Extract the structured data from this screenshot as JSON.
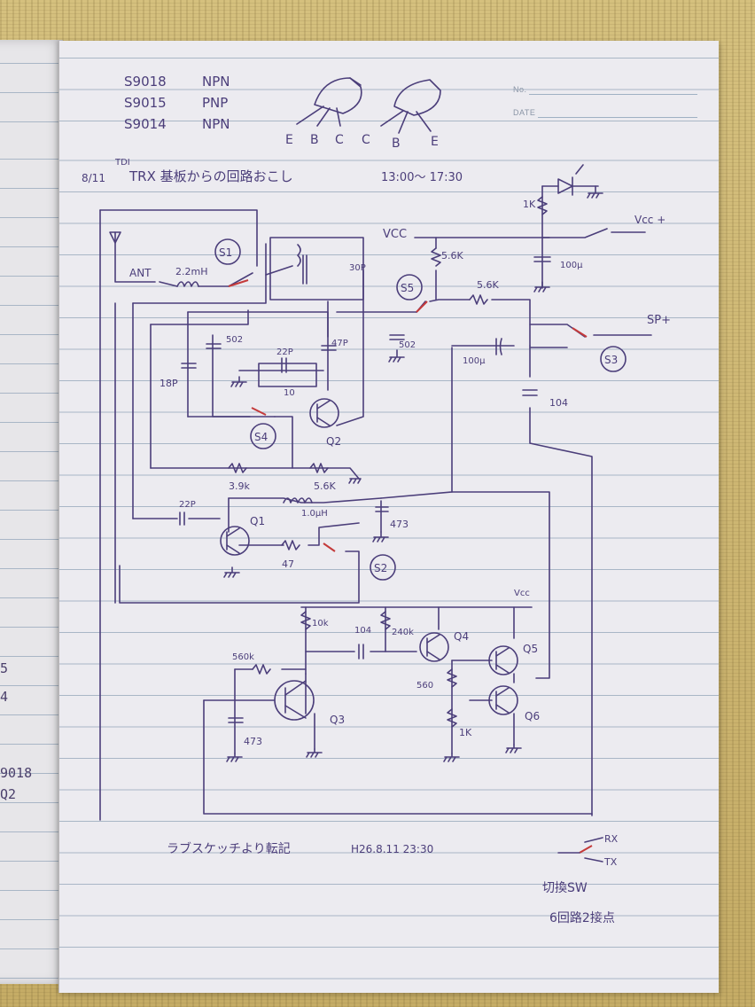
{
  "header": {
    "transistors": [
      {
        "part": "S9018",
        "type": "NPN"
      },
      {
        "part": "S9015",
        "type": "PNP"
      },
      {
        "part": "S9014",
        "type": "NPN"
      }
    ],
    "pinout_left": [
      "E",
      "B",
      "C"
    ],
    "pinout_right": [
      "C",
      "B",
      "E"
    ],
    "fields": [
      "No.",
      "DATE"
    ]
  },
  "title": {
    "date": "8/11",
    "annotation": "TDI",
    "text": "TRX 基板からの回路おこし",
    "time": "13:00〜 17:30"
  },
  "labels": {
    "vcc": "VCC",
    "vcc_plus": "Vcc +",
    "vcc_small": "Vcc",
    "ant": "ANT",
    "sp_plus": "SP+",
    "r_1k_top": "1K",
    "r_5k6_a": "5.6K",
    "r_5k6_b": "5.6K",
    "r_5k6_c": "5.6K",
    "r_3k9": "3.9k",
    "r_47": "47",
    "r_10k": "10k",
    "r_560k": "560k",
    "r_240k": "240k",
    "r_560": "560",
    "r_1k_bot": "1K",
    "l_2_2mh": "2.2mH",
    "l_1_0uh": "1.0μH",
    "c_100u_a": "100μ",
    "c_100u_b": "100μ",
    "c_502_a": "502",
    "c_502_b": "502",
    "c_47p": "47P",
    "c_30p": "30P",
    "c_22p_a": "22P",
    "c_22p_b": "22P",
    "c_18p": "18P",
    "c_10": "10",
    "c_104_a": "104",
    "c_104_b": "104",
    "c_473_a": "473",
    "c_473_b": "473",
    "sw": [
      "S1",
      "S2",
      "S3",
      "S4",
      "S5"
    ],
    "q": [
      "Q1",
      "Q2",
      "Q3",
      "Q4",
      "Q5",
      "Q6"
    ]
  },
  "footer": {
    "source": "ラブスケッチより転記",
    "date": "H26.8.11 23:30",
    "rx": "RX",
    "tx": "TX",
    "switch_note": "切換SW",
    "switch_detail": "6回路2接点"
  },
  "left_page_fragments": [
    "5",
    "4",
    "9018",
    "Q2"
  ],
  "colors": {
    "ink": "#4b3e7a",
    "switch_arm": "#c43a3a",
    "paper": "#ecebf0",
    "rule": "#a9b6c6"
  }
}
